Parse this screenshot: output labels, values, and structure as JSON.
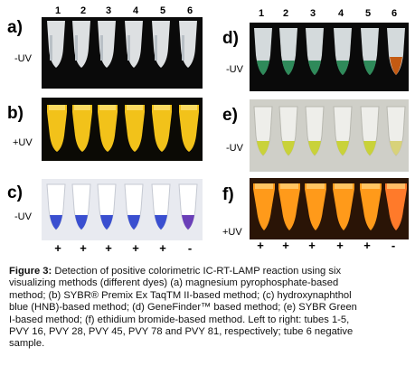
{
  "panels": {
    "a": {
      "label": "a)",
      "condition": "-UV"
    },
    "b": {
      "label": "b)",
      "condition": "+UV"
    },
    "c": {
      "label": "c)",
      "condition": "-UV"
    },
    "d": {
      "label": "d)",
      "condition": "-UV"
    },
    "e": {
      "label": "e)",
      "condition": "-UV"
    },
    "f": {
      "label": "f)",
      "condition": "+UV"
    }
  },
  "tube_numbers": [
    "1",
    "2",
    "3",
    "4",
    "5",
    "6"
  ],
  "result_signs": [
    "+",
    "+",
    "+",
    "+",
    "+",
    "-"
  ],
  "colors": {
    "panel_a_bg": "#0a0a0a",
    "panel_b_bg": "#0b0a05",
    "panel_b_tube": "#f2c21a",
    "panel_c_bg": "#e8eaf0",
    "panel_c_blue": "#3a4fd0",
    "panel_c_violet": "#6a3fb8",
    "panel_d_bg": "#0a0a0a",
    "panel_d_green": "#2f8a5a",
    "panel_d_orange": "#c45a12",
    "panel_e_bg": "#cfcfc8",
    "panel_e_tube": "#c9d23a",
    "panel_f_bg": "#2a1406",
    "panel_f_tube": "#ff9a1a",
    "panel_f_neg": "#ff7a2a"
  },
  "caption": {
    "lines": [
      {
        "bold": "Figure 3:",
        "text": " Detection of positive colorimetric IC-RT-LAMP reaction using six"
      },
      {
        "bold": "",
        "text": "visualizing methods (different dyes) (a) magnesium pyrophosphate-based"
      },
      {
        "bold": "",
        "text": "method; (b) SYBR® Premix Ex TaqTM II-based method; (c) hydroxynaphthol"
      },
      {
        "bold": "",
        "text": "blue (HNB)-based method; (d) GeneFinder™ based method; (e) SYBR Green"
      },
      {
        "bold": "",
        "text": "I-based method; (f) ethidium bromide-based method. Left to right: tubes 1-5,"
      },
      {
        "bold": "",
        "text": "PVY 16, PVY 28, PVY 45, PVY 78 and PVY 81, respectively; tube 6 negative"
      },
      {
        "bold": "",
        "text": "sample."
      }
    ]
  }
}
